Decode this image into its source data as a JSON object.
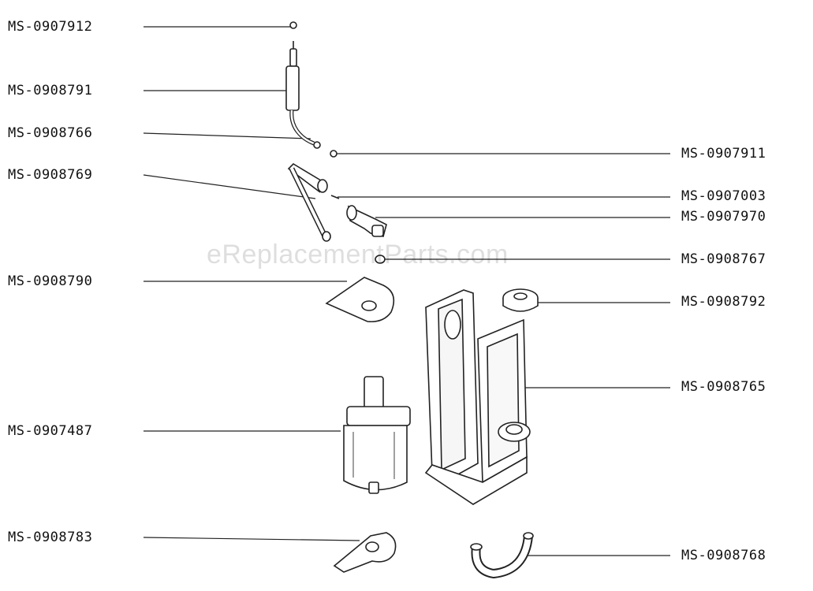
{
  "diagram": {
    "parts_left": [
      {
        "id": "MS-0907912"
      },
      {
        "id": "MS-0908791"
      },
      {
        "id": "MS-0908766"
      },
      {
        "id": "MS-0908769"
      },
      {
        "id": "MS-0908790"
      },
      {
        "id": "MS-0907487"
      },
      {
        "id": "MS-0908783"
      }
    ],
    "parts_right": [
      {
        "id": "MS-0907911"
      },
      {
        "id": "MS-0907003"
      },
      {
        "id": "MS-0907970"
      },
      {
        "id": "MS-0908767"
      },
      {
        "id": "MS-0908792"
      },
      {
        "id": "MS-0908765"
      },
      {
        "id": "MS-0908768"
      }
    ],
    "watermark": "eReplacementParts.com",
    "line_color": "#222222"
  }
}
